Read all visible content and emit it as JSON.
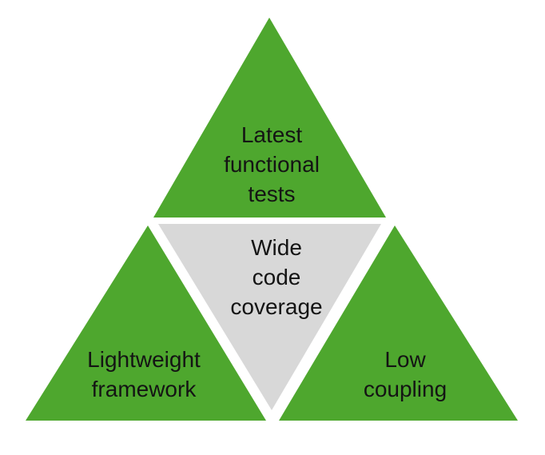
{
  "diagram": {
    "type": "pyramid",
    "triangles": {
      "top": {
        "label": "Latest\nfunctional\ntests"
      },
      "center": {
        "label": "Wide\ncode\ncoverage"
      },
      "bottom_left": {
        "label": "Lightweight\nframework"
      },
      "bottom_right": {
        "label": "Low\ncoupling"
      }
    }
  },
  "colors": {
    "green": "#4ea72e",
    "gray": "#d8d8d8",
    "text": "#141414",
    "background": "#ffffff"
  }
}
